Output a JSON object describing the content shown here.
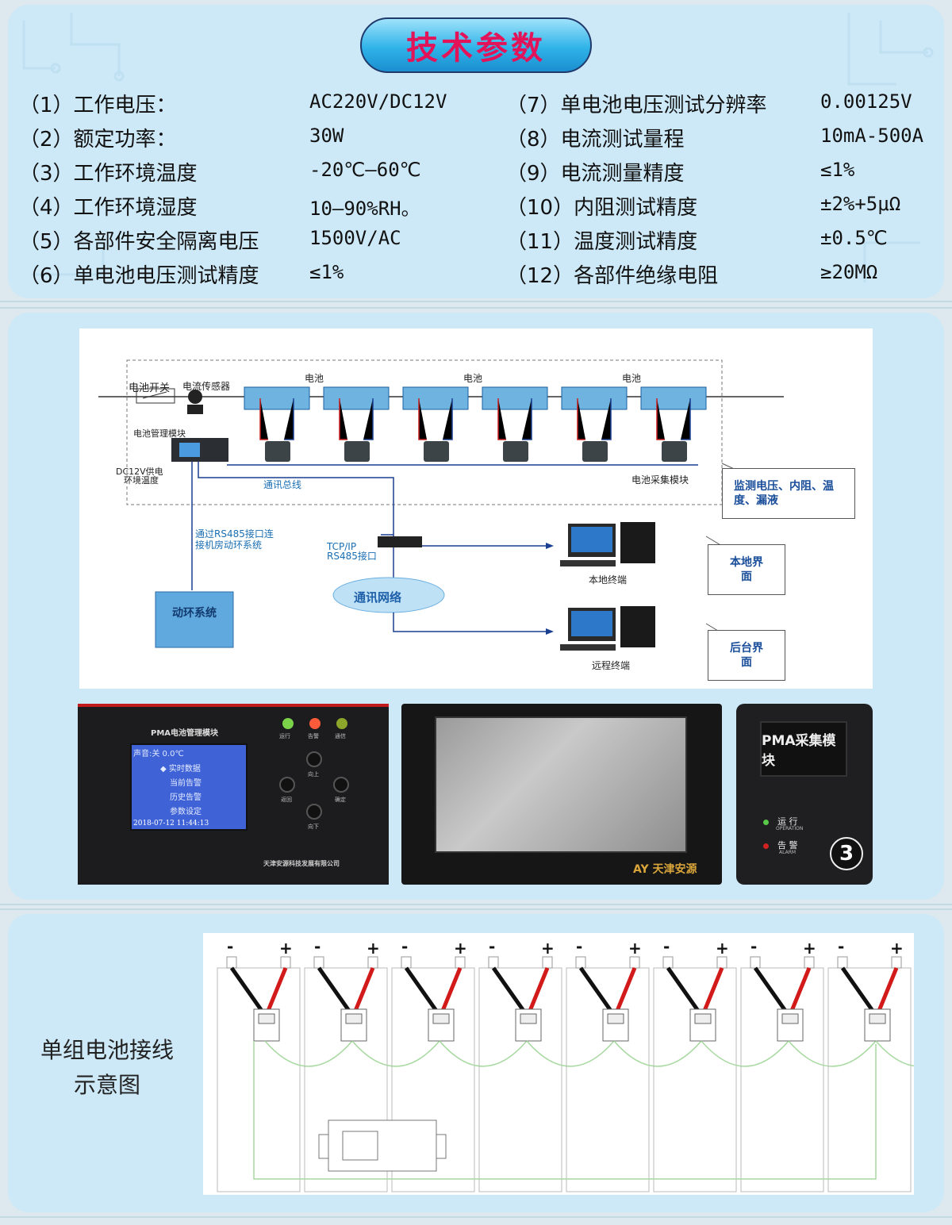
{
  "title": "技术参数",
  "specs_left": [
    {
      "label": "（1）工作电压：",
      "value": "AC220V/DC12V"
    },
    {
      "label": "（2）额定功率：",
      "value": "30W"
    },
    {
      "label": "（3）工作环境温度",
      "value": "-20℃—60℃"
    },
    {
      "label": "（4）工作环境湿度",
      "value": "10—90%RH。"
    },
    {
      "label": "（5）各部件安全隔离电压",
      "value": "1500V/AC"
    },
    {
      "label": "（6）单电池电压测试精度",
      "value": "≤1%"
    }
  ],
  "specs_right": [
    {
      "label": "（7）单电池电压测试分辨率",
      "value": "0.00125V"
    },
    {
      "label": "（8）电流测试量程",
      "value": "10mA-500A"
    },
    {
      "label": "（9）电流测量精度",
      "value": "≤1%"
    },
    {
      "label": "（10）内阻测试精度",
      "value": "±2%+5μΩ"
    },
    {
      "label": "（11）温度测试精度",
      "value": "±0.5℃"
    },
    {
      "label": "（12）各部件绝缘电阻",
      "value": "≥20MΩ"
    }
  ],
  "diagram": {
    "switch": "电池开关",
    "sensor": "电流传感器",
    "battery": "电池",
    "bms": "电池管理模块",
    "dc12v": "DC12V供电",
    "env_temp": "环境温度",
    "bus": "通讯总线",
    "collect": "电池采集模块",
    "monitor_note": "监测电压、内阻、温度、漏液",
    "rs485": "通过RS485接口连接机房动环系统",
    "tcpip": "TCP/IP",
    "rs485_port": "RS485接口",
    "network": "通讯网络",
    "local_terminal": "本地终端",
    "remote_terminal": "远程终端",
    "local_ui": "本地界面",
    "backend_ui": "后台界面",
    "dynamic_env": "动环系统"
  },
  "device1": {
    "title": "PMA电池管理模块",
    "screen_header": "声音:关   0.0℃",
    "menu": [
      "◆ 实时数据",
      "当前告警",
      "历史告警",
      "参数设定"
    ],
    "datetime": "2018-07-12 11:44:13",
    "leds": [
      "运行",
      "告警",
      "通信"
    ],
    "buttons": [
      "向上",
      "返回",
      "确定",
      "向下"
    ],
    "company": "天津安源科技发展有限公司"
  },
  "device2": {
    "brand": "AY 天津安源"
  },
  "device3": {
    "label": "PMA采集模块",
    "run": "运 行",
    "run_en": "OPERATION",
    "alarm": "告 警",
    "alarm_en": "ALARM",
    "badge": "3"
  },
  "wiring": {
    "caption_line1": "单组电池接线",
    "caption_line2": "示意图",
    "minus": "-",
    "plus": "+"
  },
  "colors": {
    "panel": "#cde8f6",
    "title_text": "#e3135a",
    "red_wire": "#d21a1a",
    "diagram_blue": "#1a6fb3"
  }
}
